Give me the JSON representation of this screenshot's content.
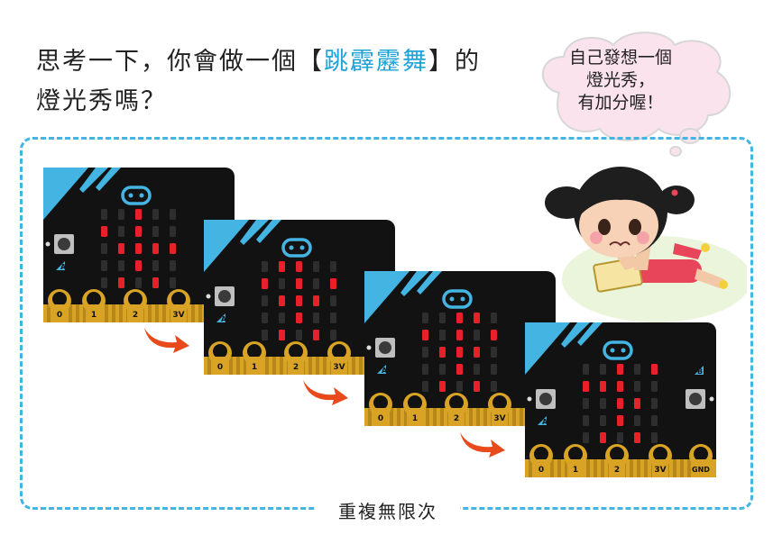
{
  "question": {
    "line1_prefix": "思考一下，你會做一個【",
    "line1_highlight": "跳霹靂舞",
    "line1_suffix": "】的",
    "line2": "燈光秀嗎？"
  },
  "bubble": {
    "line1": "自己發想一個",
    "line2": "燈光秀，",
    "line3": "有加分喔！"
  },
  "footer": "重複無限次",
  "boards": [
    {
      "pins": [
        "0",
        "1",
        "2",
        "3V"
      ],
      "button_a": "A",
      "button_b": "",
      "gnd": "",
      "leds": [
        [
          0,
          0,
          1,
          0,
          0
        ],
        [
          1,
          0,
          1,
          0,
          0
        ],
        [
          0,
          1,
          1,
          1,
          1
        ],
        [
          0,
          0,
          1,
          0,
          0
        ],
        [
          0,
          1,
          0,
          1,
          0
        ]
      ]
    },
    {
      "pins": [
        "0",
        "1",
        "2",
        "3V"
      ],
      "button_a": "A",
      "button_b": "",
      "gnd": "",
      "leds": [
        [
          0,
          1,
          1,
          0,
          0
        ],
        [
          1,
          0,
          1,
          0,
          1
        ],
        [
          0,
          1,
          1,
          1,
          0
        ],
        [
          0,
          0,
          1,
          0,
          0
        ],
        [
          0,
          1,
          0,
          1,
          0
        ]
      ]
    },
    {
      "pins": [
        "0",
        "1",
        "2",
        "3V"
      ],
      "button_a": "A",
      "button_b": "",
      "gnd": "",
      "leds": [
        [
          0,
          0,
          1,
          1,
          0
        ],
        [
          1,
          0,
          1,
          0,
          1
        ],
        [
          0,
          1,
          1,
          1,
          0
        ],
        [
          0,
          0,
          1,
          0,
          0
        ],
        [
          0,
          1,
          0,
          1,
          0
        ]
      ]
    },
    {
      "pins": [
        "0",
        "1",
        "2",
        "3V"
      ],
      "button_a": "A",
      "button_b": "B",
      "gnd": "GND",
      "leds": [
        [
          0,
          0,
          1,
          0,
          1
        ],
        [
          1,
          1,
          1,
          0,
          0
        ],
        [
          0,
          0,
          1,
          1,
          0
        ],
        [
          0,
          0,
          1,
          0,
          0
        ],
        [
          0,
          1,
          0,
          1,
          0
        ]
      ]
    }
  ],
  "colors": {
    "accent": "#44b4e3",
    "highlight": "#1fa3d8",
    "led_on": "#e8202a",
    "led_off": "#2e2e2e",
    "board": "#121212",
    "gold": "#d9a425",
    "arrow": "#e84a1b"
  }
}
